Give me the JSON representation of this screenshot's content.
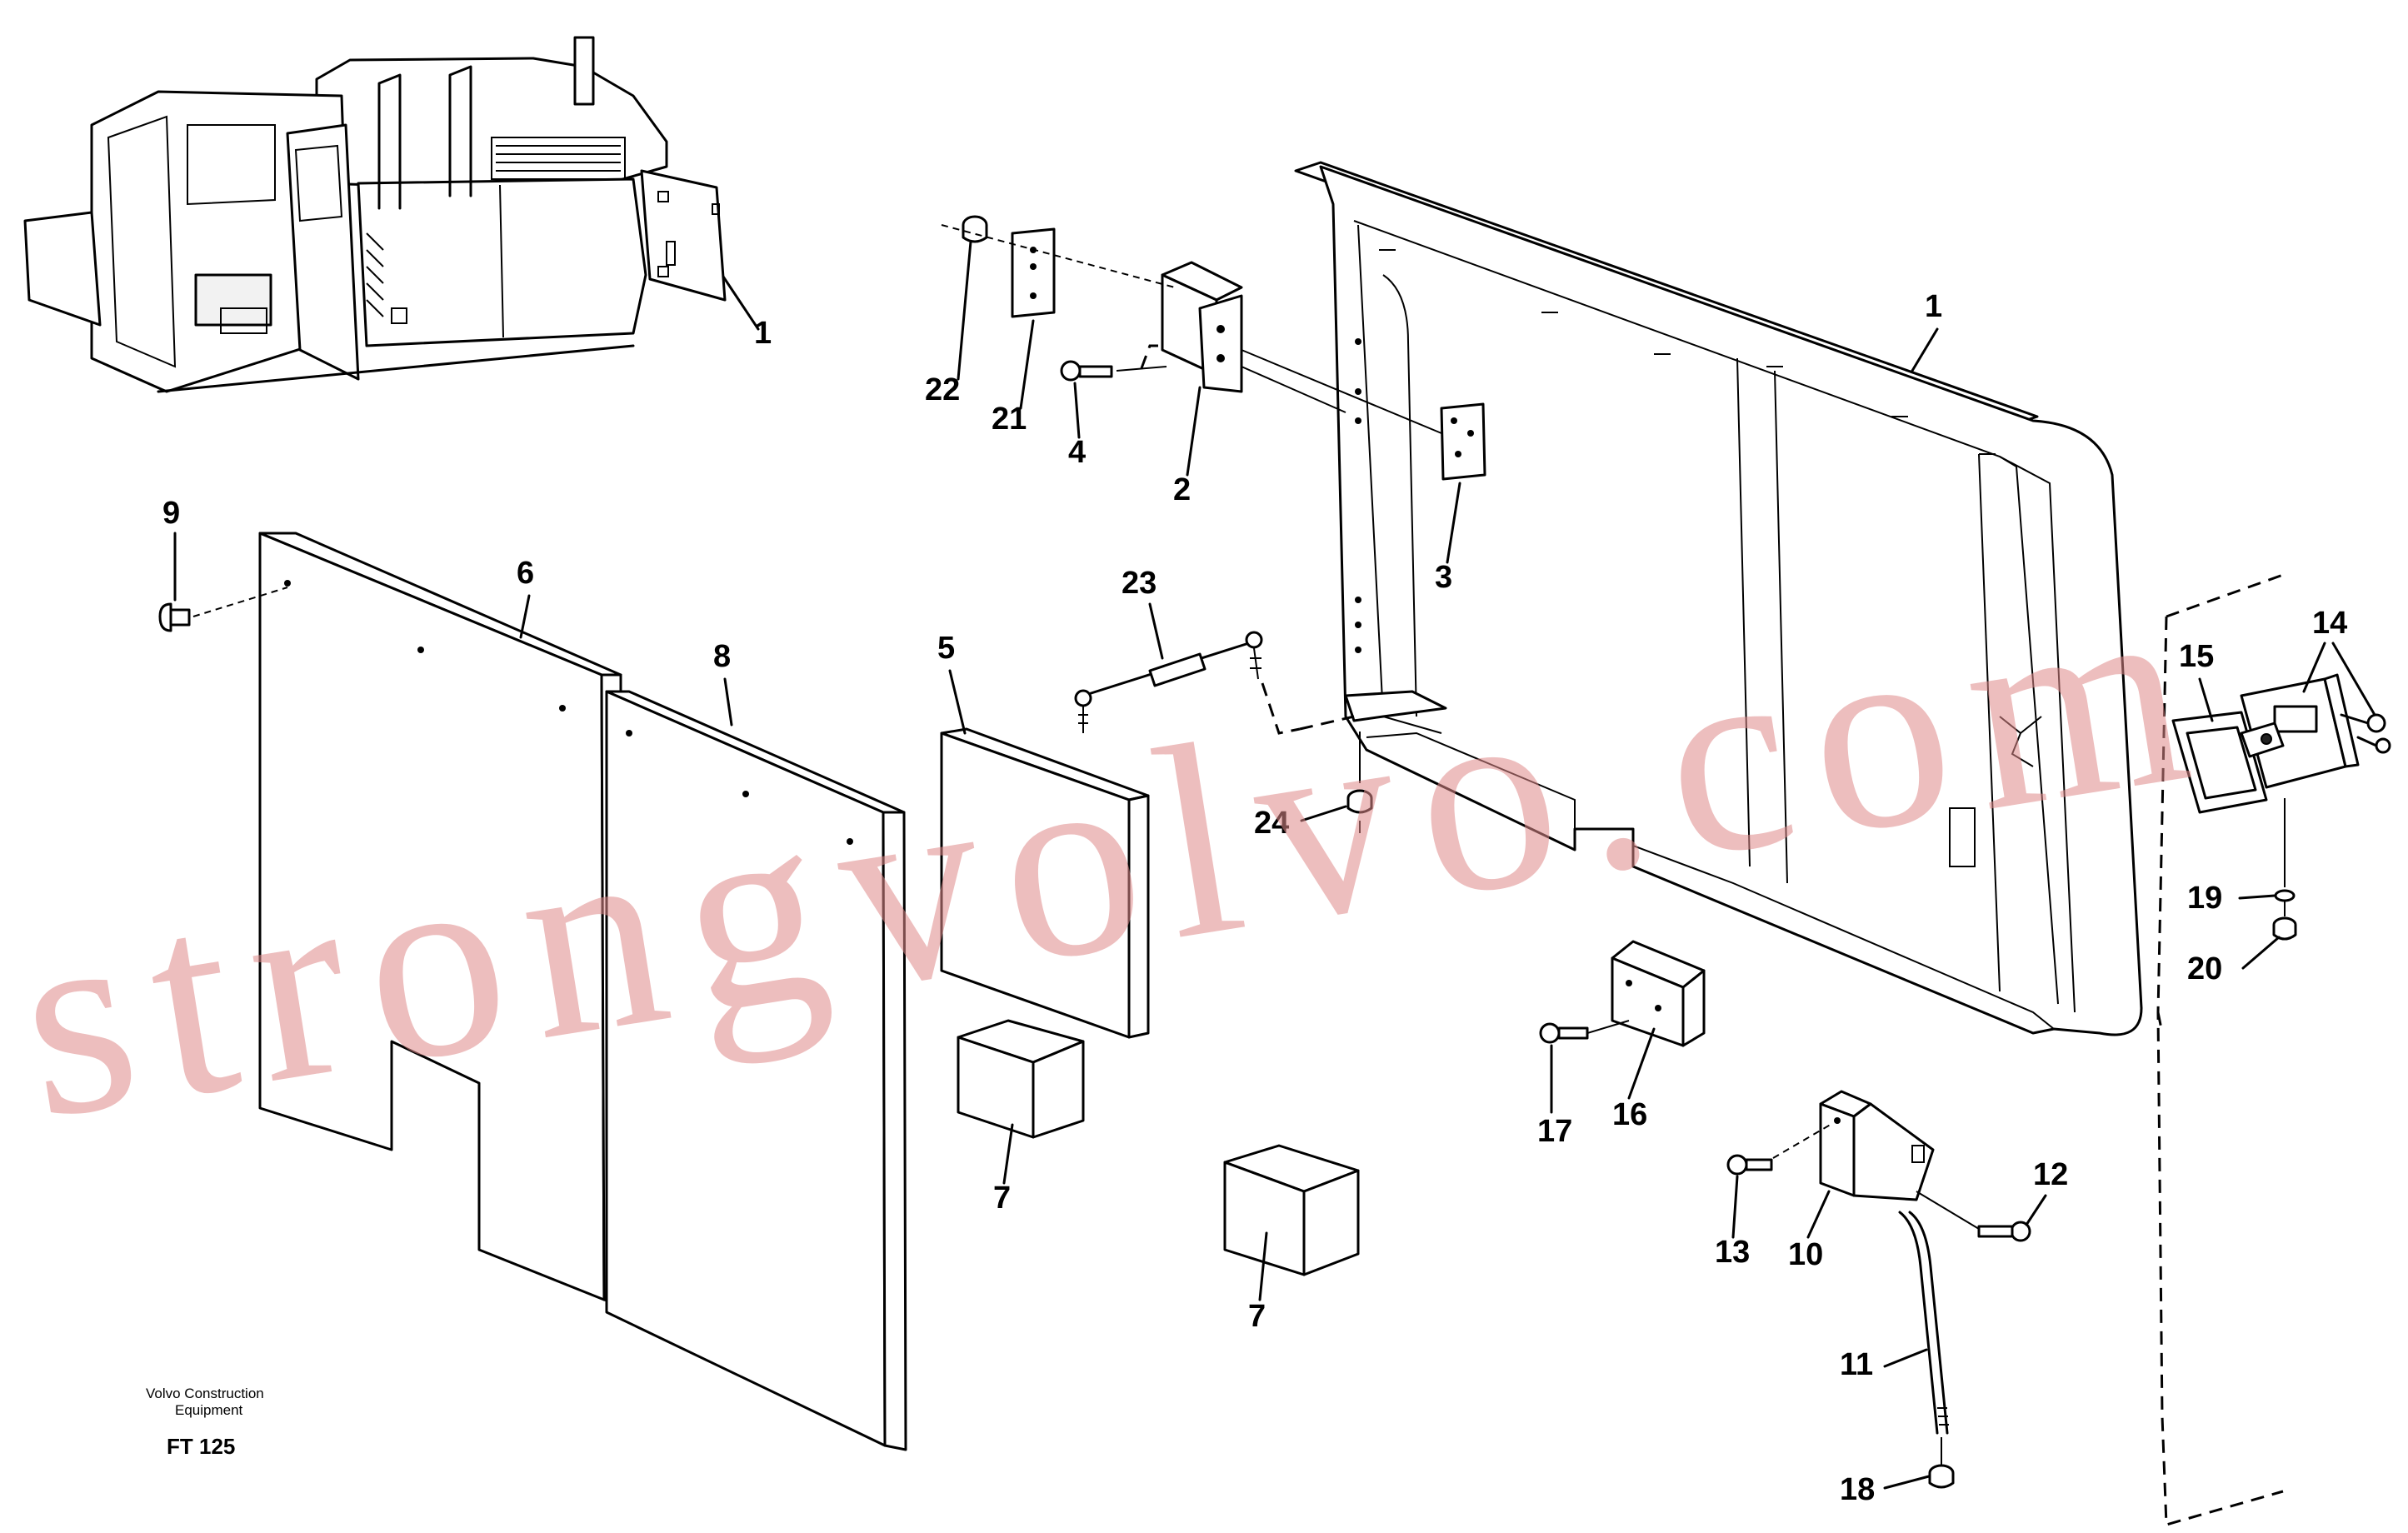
{
  "callouts": {
    "c1_inset": "1",
    "c1": "1",
    "c2": "2",
    "c3": "3",
    "c4": "4",
    "c5": "5",
    "c6": "6",
    "c7a": "7",
    "c7b": "7",
    "c8": "8",
    "c9": "9",
    "c10": "10",
    "c11": "11",
    "c12": "12",
    "c13": "13",
    "c14": "14",
    "c15": "15",
    "c16": "16",
    "c17": "17",
    "c18": "18",
    "c19": "19",
    "c20": "20",
    "c21": "21",
    "c22": "22",
    "c23": "23",
    "c24": "24"
  },
  "caption": {
    "line1": "Volvo Construction",
    "line2": "Equipment",
    "code": "FT 125"
  },
  "watermark": "strongvolvo.com",
  "colors": {
    "line": "#000000",
    "watermark": "#e08a8a",
    "background": "#ffffff"
  }
}
